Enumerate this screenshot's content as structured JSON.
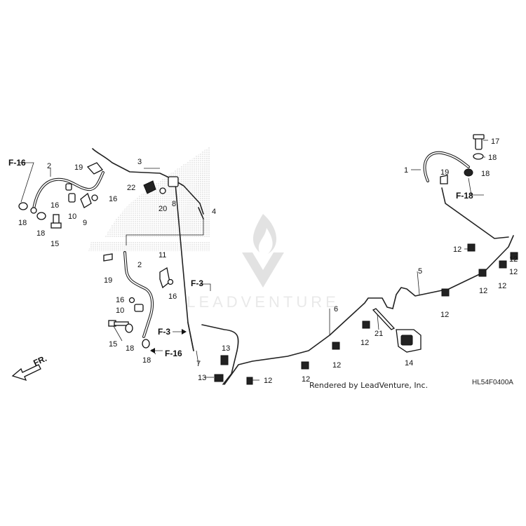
{
  "diagram": {
    "code": "HL54F0400A",
    "footer": "Rendered by LeadVenture, Inc.",
    "watermark": "LEADVENTURE",
    "front_label": "FR.",
    "refs": {
      "f16_top": "F-16",
      "f16_bottom": "F-16",
      "f3_top": "F-3",
      "f3_left": "F-3",
      "f18": "F-18"
    },
    "callouts": [
      {
        "id": "c1",
        "text": "1"
      },
      {
        "id": "c2a",
        "text": "2"
      },
      {
        "id": "c2b",
        "text": "2"
      },
      {
        "id": "c3",
        "text": "3"
      },
      {
        "id": "c4",
        "text": "4"
      },
      {
        "id": "c5",
        "text": "5"
      },
      {
        "id": "c6",
        "text": "6"
      },
      {
        "id": "c7",
        "text": "7"
      },
      {
        "id": "c8",
        "text": "8"
      },
      {
        "id": "c9",
        "text": "9"
      },
      {
        "id": "c10a",
        "text": "10"
      },
      {
        "id": "c10b",
        "text": "10"
      },
      {
        "id": "c11",
        "text": "11"
      },
      {
        "id": "c12a",
        "text": "12"
      },
      {
        "id": "c12b",
        "text": "12"
      },
      {
        "id": "c12c",
        "text": "12"
      },
      {
        "id": "c12d",
        "text": "12"
      },
      {
        "id": "c12e",
        "text": "12"
      },
      {
        "id": "c12f",
        "text": "12"
      },
      {
        "id": "c12g",
        "text": "12"
      },
      {
        "id": "c12h",
        "text": "12"
      },
      {
        "id": "c12i",
        "text": "12"
      },
      {
        "id": "c12j",
        "text": "12"
      },
      {
        "id": "c13a",
        "text": "13"
      },
      {
        "id": "c13b",
        "text": "13"
      },
      {
        "id": "c14",
        "text": "14"
      },
      {
        "id": "c15a",
        "text": "15"
      },
      {
        "id": "c15b",
        "text": "15"
      },
      {
        "id": "c16a",
        "text": "16"
      },
      {
        "id": "c16b",
        "text": "16"
      },
      {
        "id": "c16c",
        "text": "16"
      },
      {
        "id": "c16d",
        "text": "16"
      },
      {
        "id": "c17",
        "text": "17"
      },
      {
        "id": "c18a",
        "text": "18"
      },
      {
        "id": "c18b",
        "text": "18"
      },
      {
        "id": "c18c",
        "text": "18"
      },
      {
        "id": "c18d",
        "text": "18"
      },
      {
        "id": "c18e",
        "text": "18"
      },
      {
        "id": "c18f",
        "text": "18"
      },
      {
        "id": "c19a",
        "text": "19"
      },
      {
        "id": "c19b",
        "text": "19"
      },
      {
        "id": "c19c",
        "text": "19"
      },
      {
        "id": "c20",
        "text": "20"
      },
      {
        "id": "c21",
        "text": "21"
      },
      {
        "id": "c22",
        "text": "22"
      }
    ]
  }
}
